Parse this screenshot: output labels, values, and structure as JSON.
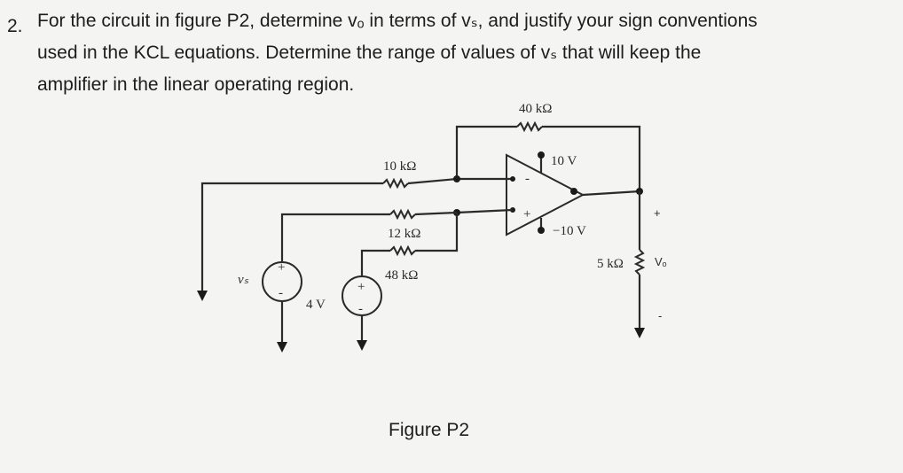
{
  "problem": {
    "number": "2.",
    "lines": [
      "For the circuit in figure P2, determine vₒ in terms of vₛ, and justify your sign conventions",
      "used in the KCL equations. Determine the range of values of vₛ that will keep the",
      "amplifier in the linear operating region."
    ]
  },
  "circuit": {
    "r_feedback": "40 kΩ",
    "r_inv": "10 kΩ",
    "r_12": "12 kΩ",
    "r_48": "48 kΩ",
    "r_load": "5 kΩ",
    "supply_pos": "10 V",
    "supply_neg": "−10 V",
    "source_vs": "vₛ",
    "source_4v": "4 V",
    "out_label": "Vₒ",
    "plus": "+",
    "minus": "-"
  },
  "caption": "Figure P2"
}
